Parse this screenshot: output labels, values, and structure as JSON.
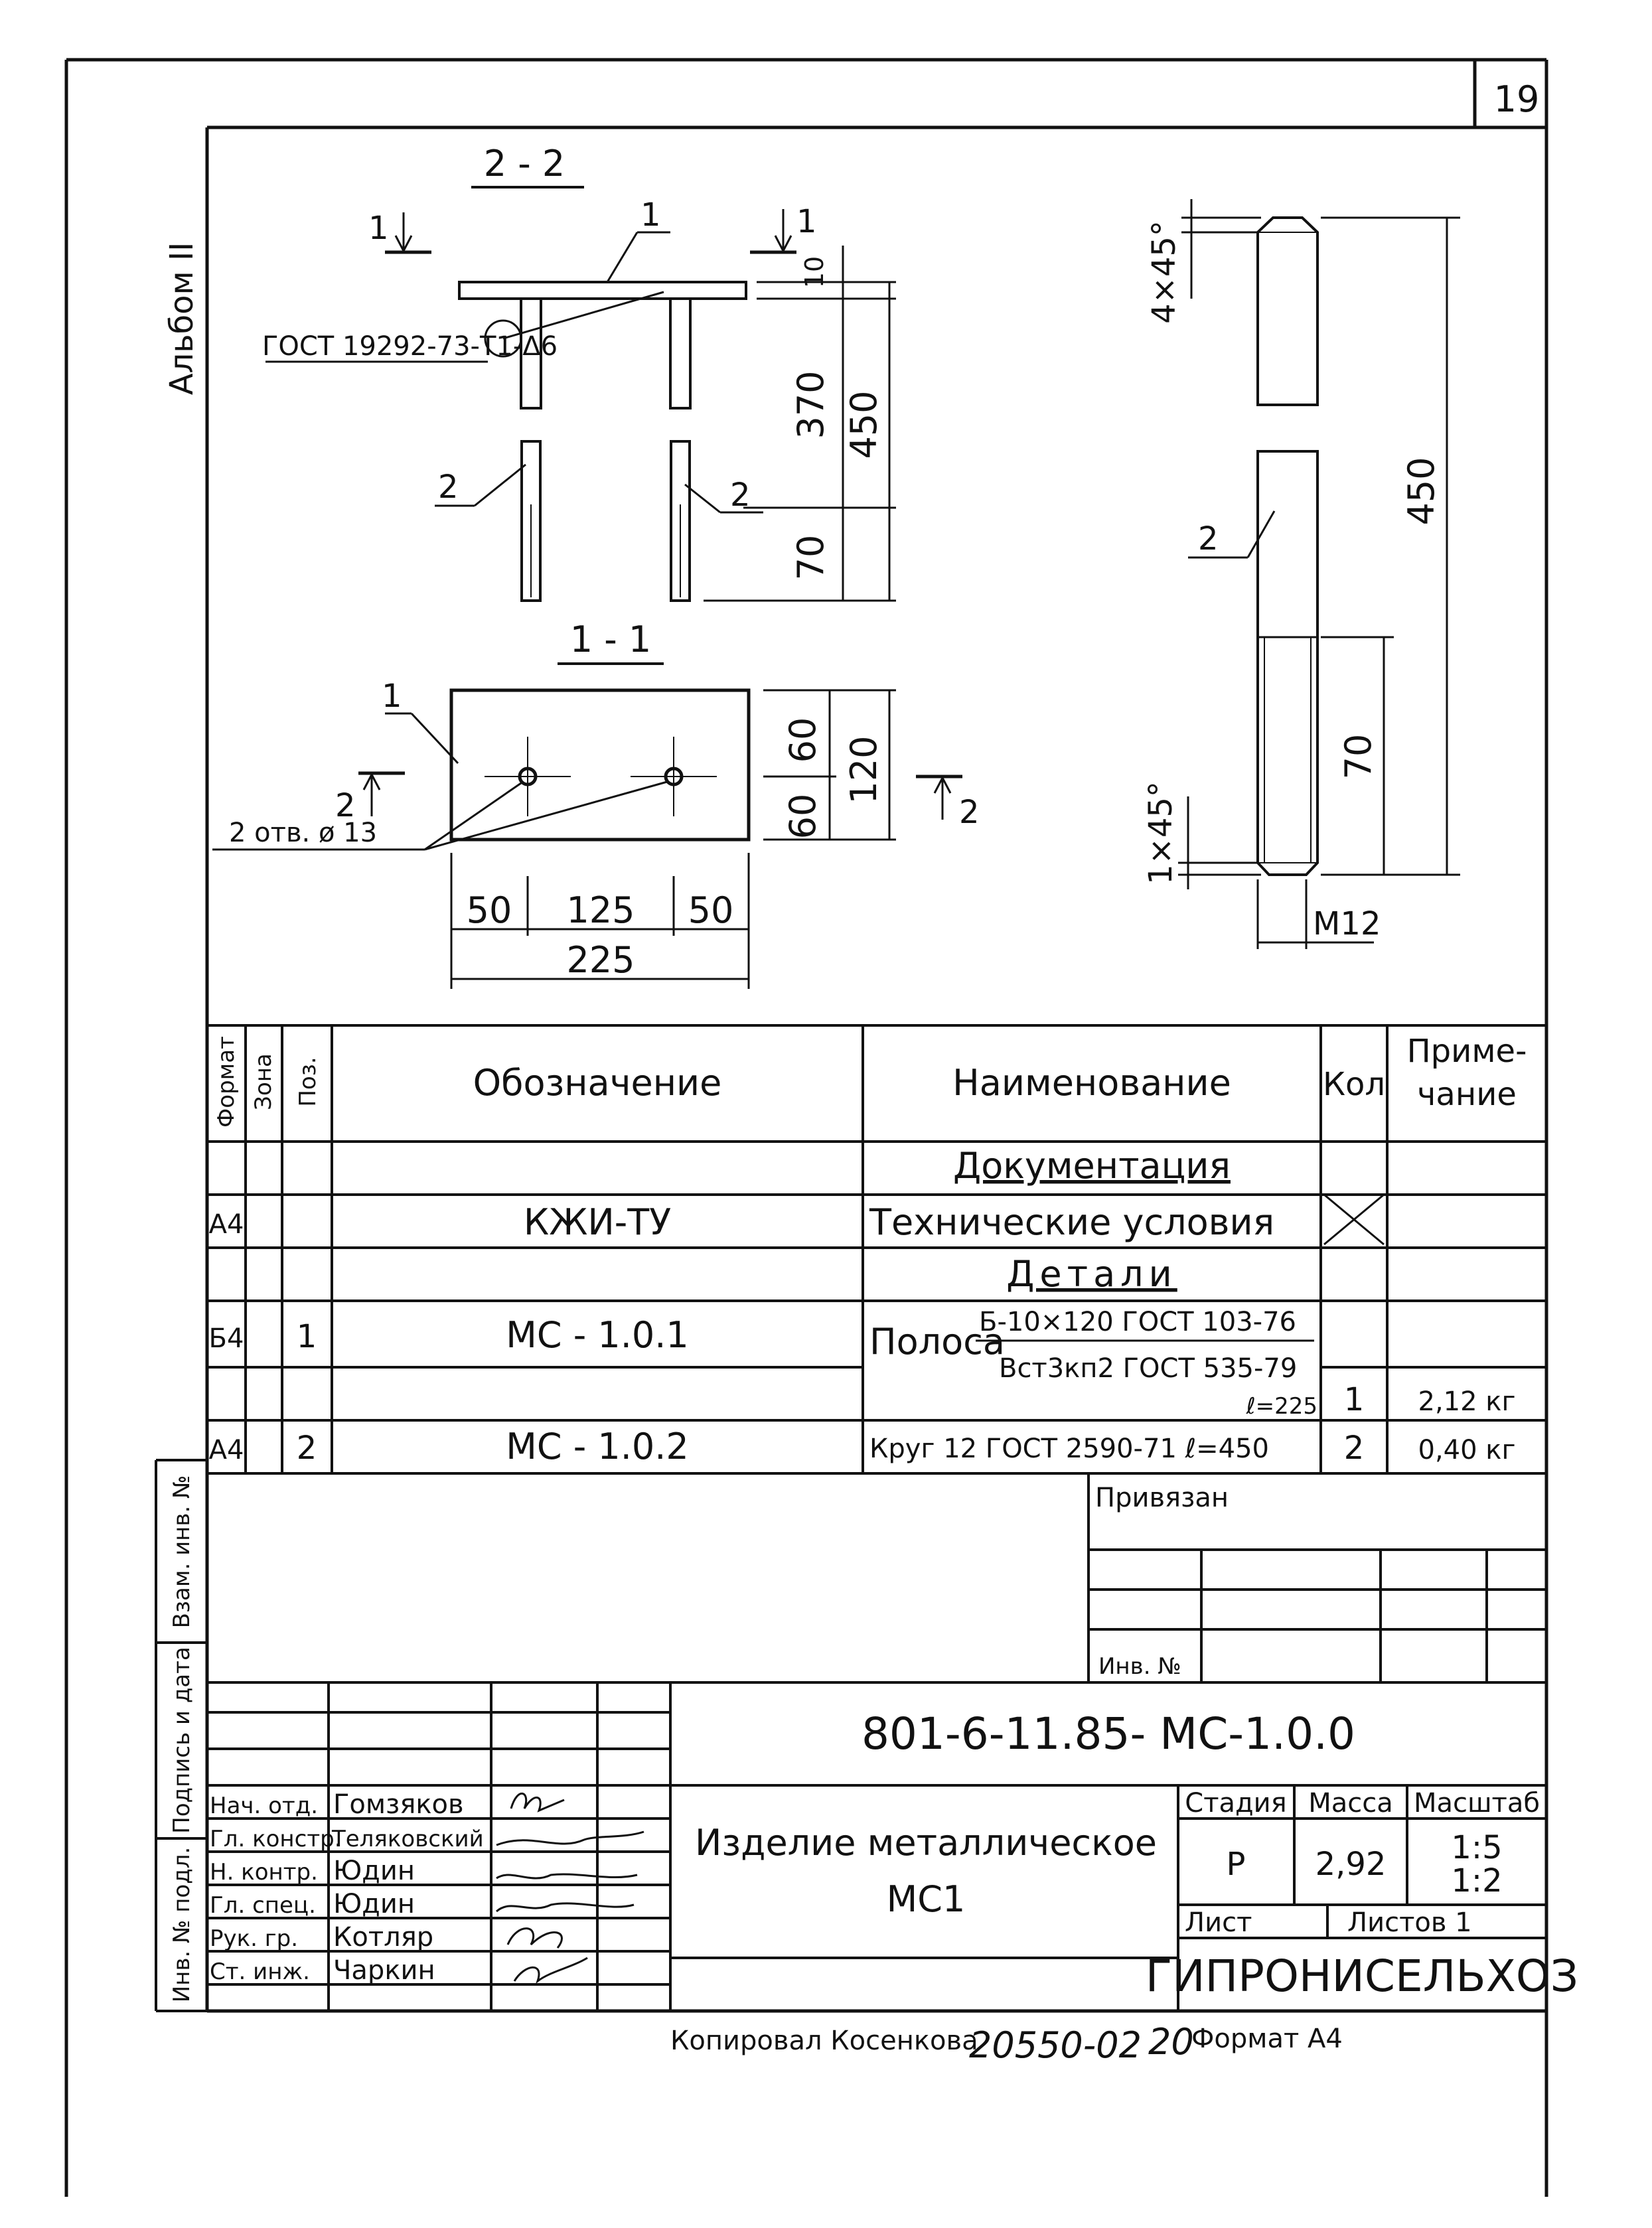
{
  "sheet": {
    "number": "19",
    "album": "Альбом II"
  },
  "drawing": {
    "section_22": {
      "title": "2 - 2",
      "leader_1": "1",
      "leader_2a": "2",
      "leader_2b": "2",
      "weld": "ГОСТ 19292-73-Т1-Δ6",
      "cut_left_num": "1",
      "cut_right_num": "1",
      "dim_10": "10",
      "dim_370": "370",
      "dim_450": "450",
      "dim_70": "70"
    },
    "section_11": {
      "title": "1 - 1",
      "leader_1": "1",
      "holes": "2 отв. ø 13",
      "cut_left_num": "2",
      "cut_right_num": "2",
      "dim_60a": "60",
      "dim_60b": "60",
      "dim_120": "120",
      "dim_50a": "50",
      "dim_125": "125",
      "dim_50b": "50",
      "dim_225": "225"
    },
    "rod": {
      "chamfer_top": "4×45°",
      "chamfer_bottom": "1×45°",
      "leader_2": "2",
      "dim_450": "450",
      "dim_70": "70",
      "thread": "М12"
    }
  },
  "spec": {
    "headers": {
      "format": "Формат",
      "zone": "Зона",
      "pos": "Поз.",
      "designation": "Обозначение",
      "name": "Наименование",
      "qty": "Кол",
      "note_1": "Приме-",
      "note_2": "чание"
    },
    "section_docs": "Документация",
    "row_docs": {
      "format": "А4",
      "designation": "КЖИ-ТУ",
      "name": "Технические условия"
    },
    "section_parts": "Детали",
    "row_1": {
      "format": "Б4",
      "pos": "1",
      "designation": "МС - 1.0.1",
      "name_prefix": "Полоса",
      "name_top": "Б-10×120 ГОСТ 103-76",
      "name_bottom": "Вст3кп2 ГОСТ 535-79",
      "length": "ℓ=225",
      "qty": "1",
      "note": "2,12 кг"
    },
    "row_2": {
      "format": "А4",
      "pos": "2",
      "designation": "МС - 1.0.2",
      "name": "Круг 12 ГОСТ 2590-71 ℓ=450",
      "qty": "2",
      "note": "0,40 кг"
    }
  },
  "binding": {
    "label": "Привязан",
    "inv": "Инв. №"
  },
  "stamp": {
    "code": "801-6-11.85- МС-1.0.0",
    "title_1": "Изделие металлическое",
    "title_2": "МС1",
    "roles": [
      "Нач. отд.",
      "Гл. констр.",
      "Н. контр.",
      "Гл. спец.",
      "Рук. гр.",
      "Ст. инж."
    ],
    "names": [
      "Гомзяков",
      "Теляковский",
      "Юдин",
      "Юдин",
      "Котляр",
      "Чаркин"
    ],
    "stage_label": "Стадия",
    "mass_label": "Масса",
    "scale_label": "Масштаб",
    "stage": "Р",
    "mass": "2,92",
    "scale_1": "1:5",
    "scale_2": "1:2",
    "sheet_label": "Лист",
    "sheets_label": "Листов 1",
    "org": "ГИПРОНИСЕЛЬХОЗ"
  },
  "side": {
    "vzam": "Взам. инв. №",
    "podpis": "Подпись и дата",
    "inv_podl": "Инв. № подл."
  },
  "footer": {
    "copied": "Копировал Косенкова",
    "order": "20550-02",
    "order_page": "20",
    "format": "Формат А4"
  }
}
